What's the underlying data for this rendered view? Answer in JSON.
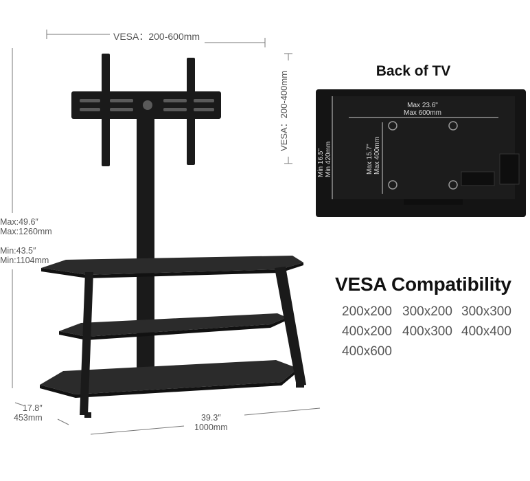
{
  "dimensions": {
    "vesa_top": "VESA：200-600mm",
    "vesa_side": "VESA：200-400mm",
    "height_max_in": "Max:49.6″",
    "height_max_mm": "Max:1260mm",
    "height_min_in": "Min:43.5″",
    "height_min_mm": "Min:1104mm",
    "depth_in": "17.8″",
    "depth_mm": "453mm",
    "width_in": "39.3″",
    "width_mm": "1000mm"
  },
  "back_of_tv": {
    "title": "Back of TV",
    "max_width_in": "Max 23.6\"",
    "max_width_mm": "Max 600mm",
    "min_height_in": "Min 16.5\"",
    "min_height_mm": "Min 420mm",
    "max_height_in": "Max 15.7\"",
    "max_height_mm": "Max 400mm"
  },
  "compatibility": {
    "title": "VESA Compatibility",
    "sizes": [
      "200x200",
      "300x200",
      "300x300",
      "400x200",
      "400x300",
      "400x400",
      "400x600"
    ]
  },
  "colors": {
    "stand_black": "#1a1a1a",
    "glass": "#2b2b2b",
    "tv_body": "#141414"
  }
}
